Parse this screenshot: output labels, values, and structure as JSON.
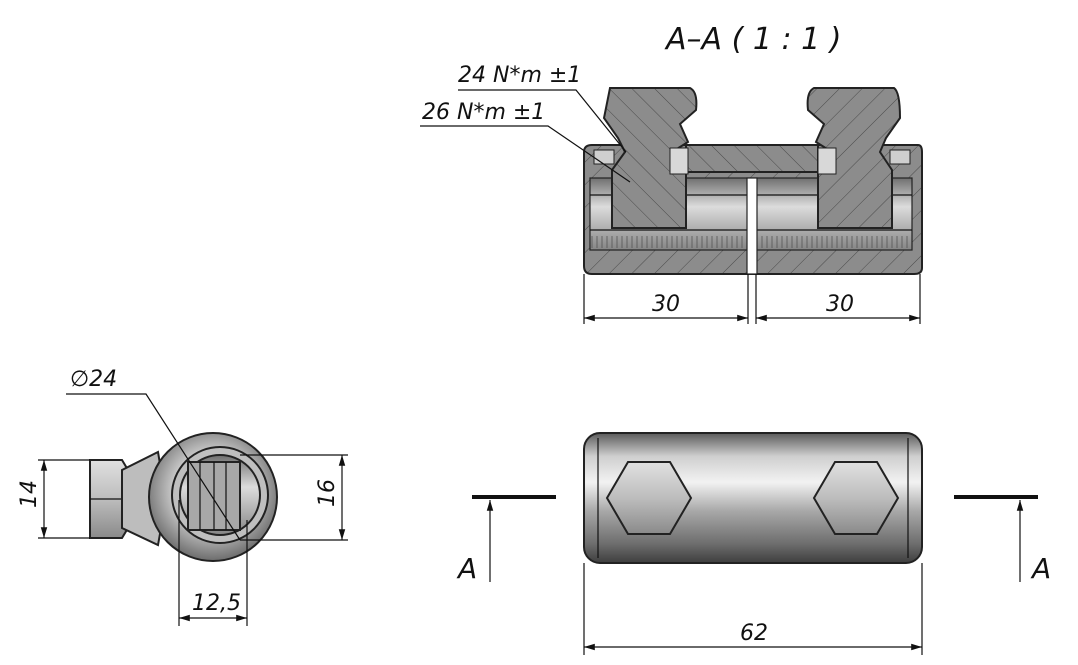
{
  "section_title": "A–A ( 1 : 1 )",
  "torque_labels": [
    "24 N*m ±1",
    "26 N*m ±1"
  ],
  "dimensions": {
    "left_half": "30",
    "right_half": "30",
    "diameter": "∅24",
    "height_hex": "14",
    "height_body": "16",
    "width_slot": "12,5",
    "overall_length": "62"
  },
  "section_markers": {
    "left": "A",
    "right": "A"
  },
  "colors": {
    "steel_light": "#e8e8e8",
    "steel_mid": "#a9a9a9",
    "steel_dark": "#5f5f5f",
    "section_fill": "#8a8a8a"
  }
}
